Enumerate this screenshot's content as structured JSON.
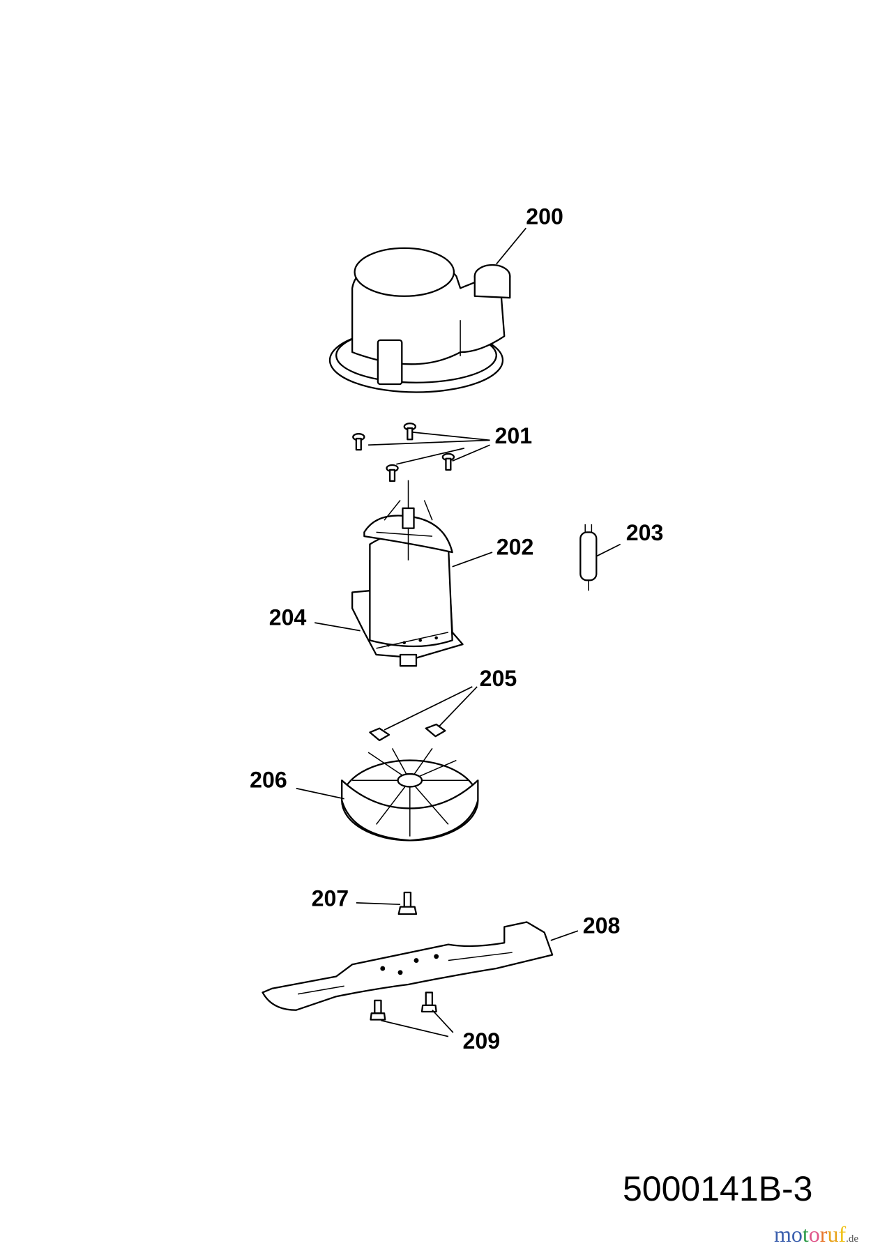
{
  "diagram": {
    "labels": {
      "p200": "200",
      "p201": "201",
      "p202": "202",
      "p203": "203",
      "p204": "204",
      "p205": "205",
      "p206": "206",
      "p207": "207",
      "p208": "208",
      "p209": "209"
    },
    "document_number": "5000141B-3"
  },
  "logo": {
    "text": "motoruf.de",
    "letters": [
      "m",
      "o",
      "t",
      "o",
      "r",
      "u",
      "f"
    ],
    "suffix": ".de",
    "colors": [
      "#3a5fad",
      "#3a5fad",
      "#2e9c4a",
      "#e0568a",
      "#e8762a",
      "#e8a21a",
      "#f0c21a"
    ]
  }
}
